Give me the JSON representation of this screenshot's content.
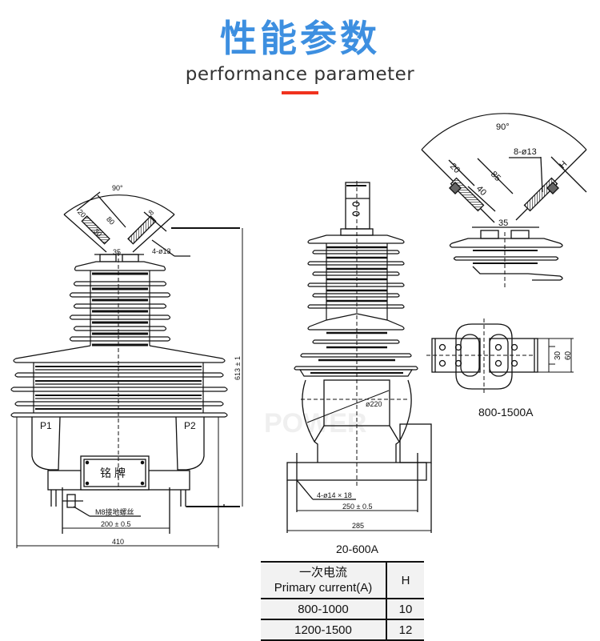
{
  "header": {
    "title_cn": "性能参数",
    "title_en": "performance parameter",
    "accent_color": "#3d8fe0",
    "underline_color": "#f0321e"
  },
  "left_drawing": {
    "angle": "90°",
    "dim_20": "20",
    "dim_30": "30",
    "dim_80": "80",
    "dim_8": "8",
    "dim_35": "35",
    "holes": "4-ø13",
    "height": "613 ± 1",
    "terminal_p1": "P1",
    "terminal_p2": "P2",
    "nameplate": "铭 牌",
    "ground_screw": "M8接地螺丝",
    "mount_spacing": "200 ± 0.5",
    "base_width": "410"
  },
  "middle_drawing": {
    "diameter": "ø220",
    "mount_holes": "4-ø14 × 18",
    "mount_spacing": "250 ± 0.5",
    "base_width": "285",
    "caption": "20-600A"
  },
  "right_drawing": {
    "angle": "90°",
    "dim_20": "20",
    "dim_85": "85",
    "dim_40": "40",
    "holes": "8-ø13",
    "dim_h": "H",
    "dim_35": "35",
    "dim_30": "30",
    "dim_60": "60",
    "caption": "800-1500A"
  },
  "spec_table": {
    "header_col1_cn": "一次电流",
    "header_col1_en": "Primary current(A)",
    "header_col2": "H",
    "rows": [
      {
        "current": "800-1000",
        "h": "10"
      },
      {
        "current": "1200-1500",
        "h": "12"
      }
    ]
  },
  "watermark": "POWER"
}
